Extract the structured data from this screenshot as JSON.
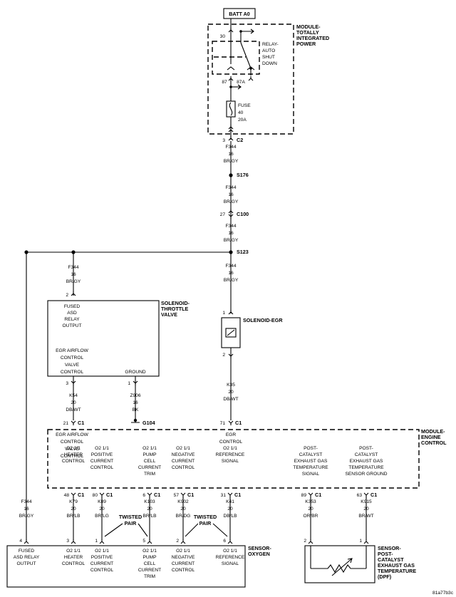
{
  "batt_label": "BATT A0",
  "pdc": {
    "title": [
      "MODULE-",
      "TOTALLY",
      "INTEGRATED",
      "POWER"
    ],
    "relay_label": [
      "RELAY-",
      "AUTO",
      "SHUT",
      "DOWN"
    ],
    "fuse_label": [
      "FUSE",
      "40",
      "20A"
    ],
    "pin30": "30",
    "pin87": "87",
    "pin87a": "87A",
    "c2_pin": "3",
    "c2_name": "C2"
  },
  "main_wire": [
    "F344",
    "16",
    "BR/GY"
  ],
  "splice_s176": "S176",
  "c100_pin": "27",
  "c100_name": "C100",
  "splice_s123": "S123",
  "throttle": {
    "title": [
      "SOLENOID-",
      "THROTTLE",
      "VALVE"
    ],
    "in_pin": "2",
    "asd_text": [
      "FUSED",
      "ASD",
      "RELAY",
      "OUTPUT"
    ],
    "egr_text": [
      "EGR AIRFLOW",
      "CONTROL",
      "VALVE",
      "CONTROL"
    ],
    "ground_text": "GROUND",
    "pin3": "3",
    "pin1": "1"
  },
  "wire_k54": [
    "K54",
    "20",
    "DB/WT"
  ],
  "wire_z906": [
    "Z906",
    "16",
    "BK"
  ],
  "ground_name": "G104",
  "egr": {
    "title": "SOLENOID-EGR",
    "pin1": "1",
    "pin2": "2"
  },
  "wire_k35": [
    "K35",
    "20",
    "DB/WT"
  ],
  "ecm": {
    "title": [
      "MODULE-",
      "ENGINE",
      "CONTROL"
    ],
    "conn_c1": "C1",
    "p21": "21",
    "p71": "71",
    "egr_airflow": [
      "EGR AIRFLOW",
      "CONTROL",
      "VALVE",
      "CONTROL"
    ],
    "egr_control": [
      "EGR",
      "CONTROL"
    ],
    "cols": [
      {
        "lines": [
          "O2 1/1",
          "HEATER",
          "CONTROL"
        ],
        "pin": "48"
      },
      {
        "lines": [
          "O2 1/1",
          "POSITIVE",
          "CURRENT",
          "CONTROL"
        ],
        "pin": "80"
      },
      {
        "lines": [
          "O2 1/1",
          "PUMP",
          "CELL",
          "CURRENT",
          "TRIM"
        ],
        "pin": "6"
      },
      {
        "lines": [
          "O2 1/1",
          "NEGATIVE",
          "CURRENT",
          "CONTROL"
        ],
        "pin": "57"
      },
      {
        "lines": [
          "O2 1/1",
          "REFERENCE",
          "SIGNAL"
        ],
        "pin": "31"
      },
      {
        "lines": [
          "POST-",
          "CATALYST",
          "EXHAUST GAS",
          "TEMPERATURE",
          "SIGNAL"
        ],
        "pin": "89"
      },
      {
        "lines": [
          "POST-",
          "CATALYST",
          "EXHAUST GAS",
          "TEMPERATURE",
          "SENSOR GROUND"
        ],
        "pin": "63"
      }
    ]
  },
  "wires_bottom": [
    [
      "F344",
      "16",
      "BR/GY"
    ],
    [
      "K79",
      "20",
      "BR/LB"
    ],
    [
      "K89",
      "20",
      "BR/LG"
    ],
    [
      "K103",
      "20",
      "BR/LB"
    ],
    [
      "K902",
      "20",
      "BR/DG"
    ],
    [
      "K41",
      "20",
      "DB/LB"
    ],
    [
      "K353",
      "20",
      "OR/BR"
    ],
    [
      "K915",
      "20",
      "BR/WT"
    ]
  ],
  "twisted_pair": [
    "TWISTED",
    "PAIR"
  ],
  "o2": {
    "title": [
      "SENSOR-",
      "OXYGEN"
    ],
    "pins": [
      "4",
      "3",
      "1",
      "5",
      "2",
      "6"
    ],
    "cols": [
      [
        "FUSED",
        "ASD RELAY",
        "OUTPUT"
      ],
      [
        "O2 1/1",
        "HEATER",
        "CONTROL"
      ],
      [
        "O2 1/1",
        "POSITIVE",
        "CURRENT",
        "CONTROL"
      ],
      [
        "O2 1/1",
        "PUMP",
        "CELL",
        "CURRENT",
        "TRIM"
      ],
      [
        "O2 1/1",
        "NEGATIVE",
        "CURRENT",
        "CONTROL"
      ],
      [
        "O2 1/1",
        "REFERENCE",
        "SIGNAL"
      ]
    ]
  },
  "temp_sensor": {
    "title": [
      "SENSOR-",
      "POST-",
      "CATALYST",
      "EXHAUST GAS",
      "TEMPERATURE",
      "(DPF)"
    ],
    "pin2": "2",
    "pin1": "1"
  },
  "figure_id": "81a77b3c"
}
